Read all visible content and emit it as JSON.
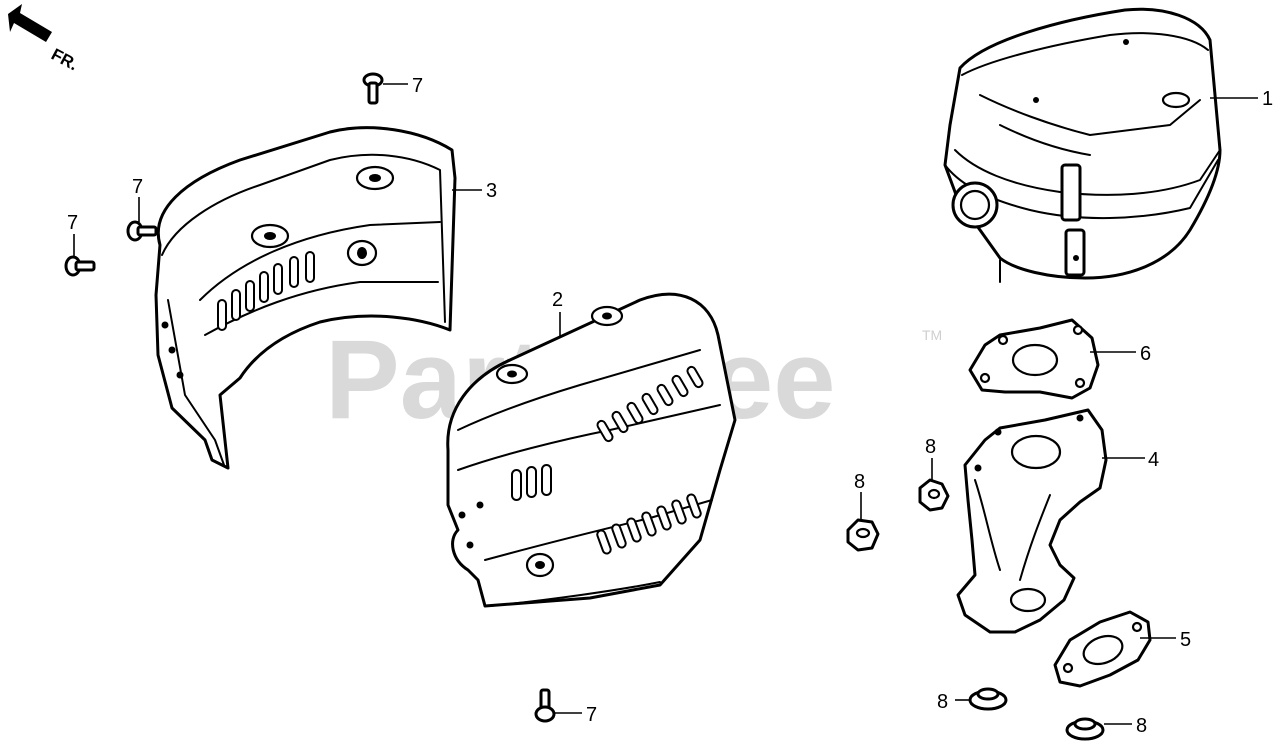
{
  "diagram": {
    "direction_label": "FR.",
    "watermark": "PartsTree",
    "trademark": "TM",
    "callouts": [
      {
        "id": "c1",
        "label": "1"
      },
      {
        "id": "c2",
        "label": "2"
      },
      {
        "id": "c3",
        "label": "3"
      },
      {
        "id": "c4",
        "label": "4"
      },
      {
        "id": "c5",
        "label": "5"
      },
      {
        "id": "c6",
        "label": "6"
      },
      {
        "id": "c7a",
        "label": "7"
      },
      {
        "id": "c7b",
        "label": "7"
      },
      {
        "id": "c7c",
        "label": "7"
      },
      {
        "id": "c7d",
        "label": "7"
      },
      {
        "id": "c8a",
        "label": "8"
      },
      {
        "id": "c8b",
        "label": "8"
      },
      {
        "id": "c8c",
        "label": "8"
      },
      {
        "id": "c8d",
        "label": "8"
      }
    ]
  }
}
